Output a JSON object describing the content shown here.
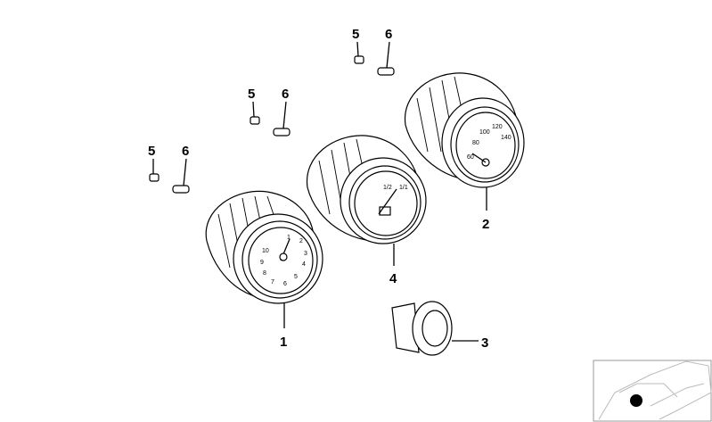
{
  "diagram": {
    "callouts": {
      "c1": "1",
      "c2": "2",
      "c3": "3",
      "c4": "4",
      "c5a": "5",
      "c6a": "6",
      "c5b": "5",
      "c6b": "6",
      "c5c": "5",
      "c6c": "6"
    },
    "gauge1_dial": [
      "1",
      "2",
      "3",
      "4",
      "5",
      "6",
      "7",
      "8",
      "9",
      "10"
    ],
    "gauge2_dial": [
      "60",
      "80",
      "100",
      "120",
      "140"
    ],
    "gauge4_dial": [
      "1/1",
      "1/2"
    ],
    "thumbnail_marker_color": "#000000"
  }
}
